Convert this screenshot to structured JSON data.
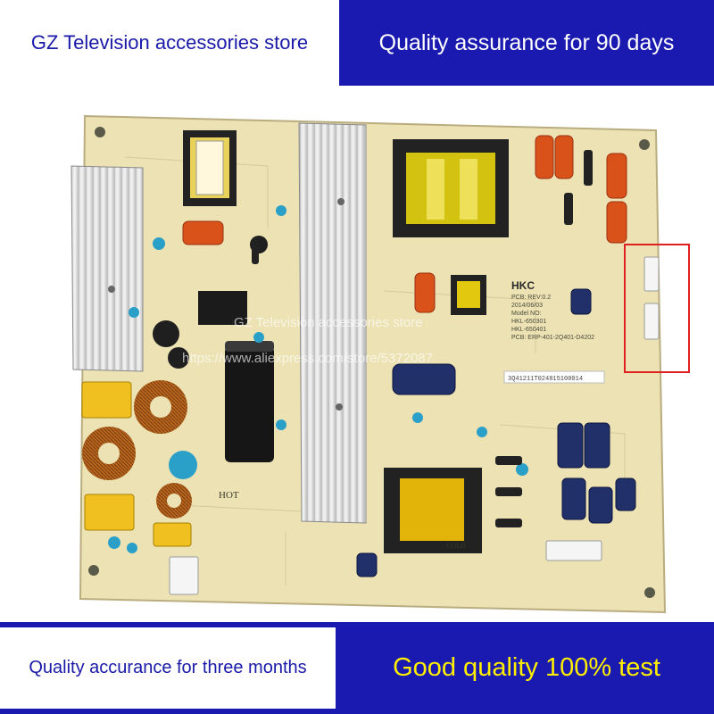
{
  "banners": {
    "top_left": "GZ Television accessories store",
    "top_right": "Quality assurance for 90 days",
    "bottom_left": "Quality accurance for three months",
    "bottom_right": "Good quality 100% test"
  },
  "board": {
    "brand": "HKC",
    "pcb_lines": [
      "PCB: REV:0.2",
      "2014/06/03",
      "Model NO:",
      "HKL-650301",
      "HKL-650401",
      "PCB: ERP-401-2Q401-D4202"
    ],
    "serial_label": "3Q41211T024815100014",
    "hot_label": "HOT",
    "cold_label": "COLD",
    "watermark_line1": "GZ Television accessories store",
    "watermark_line2": "https://www.aliexpress.com/store/5372087"
  },
  "colors": {
    "banner_blue": "#1a1ab0",
    "banner_text_blue": "#1a1aa8",
    "bottom_right_text": "#ffee00",
    "pcb": "#ece2b4",
    "highlight_box": "#e02020"
  }
}
